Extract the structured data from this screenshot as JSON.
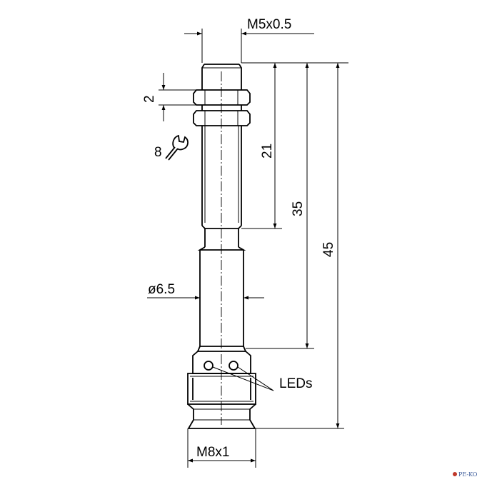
{
  "dimensions": {
    "thread": "M5x0.5",
    "nut_thickness": "2",
    "wrench_size": "8",
    "thread_length": "21",
    "body_length": "35",
    "total_length": "45",
    "body_diameter": "ø6.5",
    "connector_thread": "M8x1"
  },
  "callouts": {
    "leds": "LEDs"
  },
  "icons": {
    "wrench": "wrench-icon",
    "watermark": "pe-ko-logo"
  },
  "watermark": "PE-KO"
}
